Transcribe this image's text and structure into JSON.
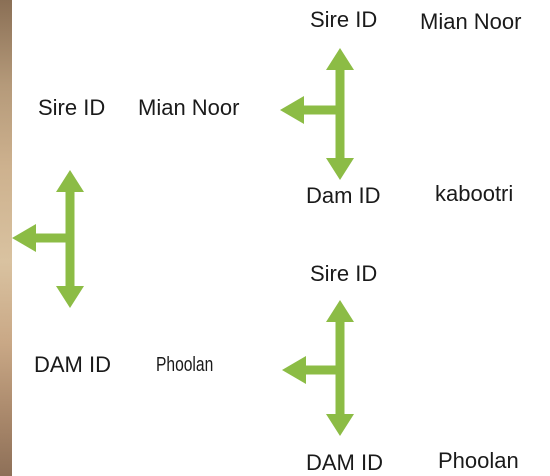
{
  "pedigree": {
    "top_sire": {
      "label": "Sire ID",
      "value": "Mian Noor"
    },
    "top_dam": {
      "label": "Dam ID",
      "value": "kabootri"
    },
    "parent_sire": {
      "label": "Sire ID",
      "value": "Mian Noor"
    },
    "parent_dam": {
      "label": "DAM ID",
      "value": "Phoolan"
    },
    "bottom_sire": {
      "label": "Sire ID",
      "value": ""
    },
    "bottom_dam": {
      "label": "DAM ID",
      "value": "Phoolan"
    }
  },
  "colors": {
    "arrow": "#8cbc45",
    "text": "#1a1a1a"
  }
}
